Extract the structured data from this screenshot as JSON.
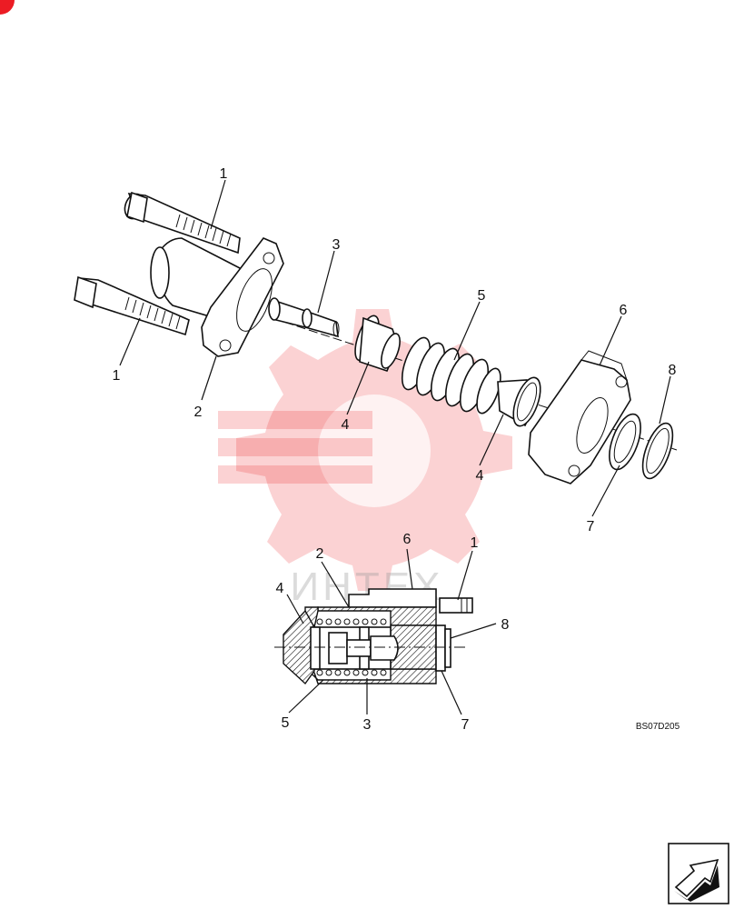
{
  "watermark": {
    "text": "ИНТЕХ",
    "color": "#ec1c24"
  },
  "diagram": {
    "code": "BS07D205",
    "exploded_callouts": [
      {
        "label": "1"
      },
      {
        "label": "1"
      },
      {
        "label": "2"
      },
      {
        "label": "3"
      },
      {
        "label": "4"
      },
      {
        "label": "5"
      },
      {
        "label": "4"
      },
      {
        "label": "6"
      },
      {
        "label": "7"
      },
      {
        "label": "8"
      }
    ],
    "section_callouts": [
      {
        "label": "4"
      },
      {
        "label": "2"
      },
      {
        "label": "6"
      },
      {
        "label": "1"
      },
      {
        "label": "8"
      },
      {
        "label": "5"
      },
      {
        "label": "3"
      },
      {
        "label": "7"
      }
    ]
  },
  "nav": {
    "icon": "next-page-arrow-icon"
  }
}
